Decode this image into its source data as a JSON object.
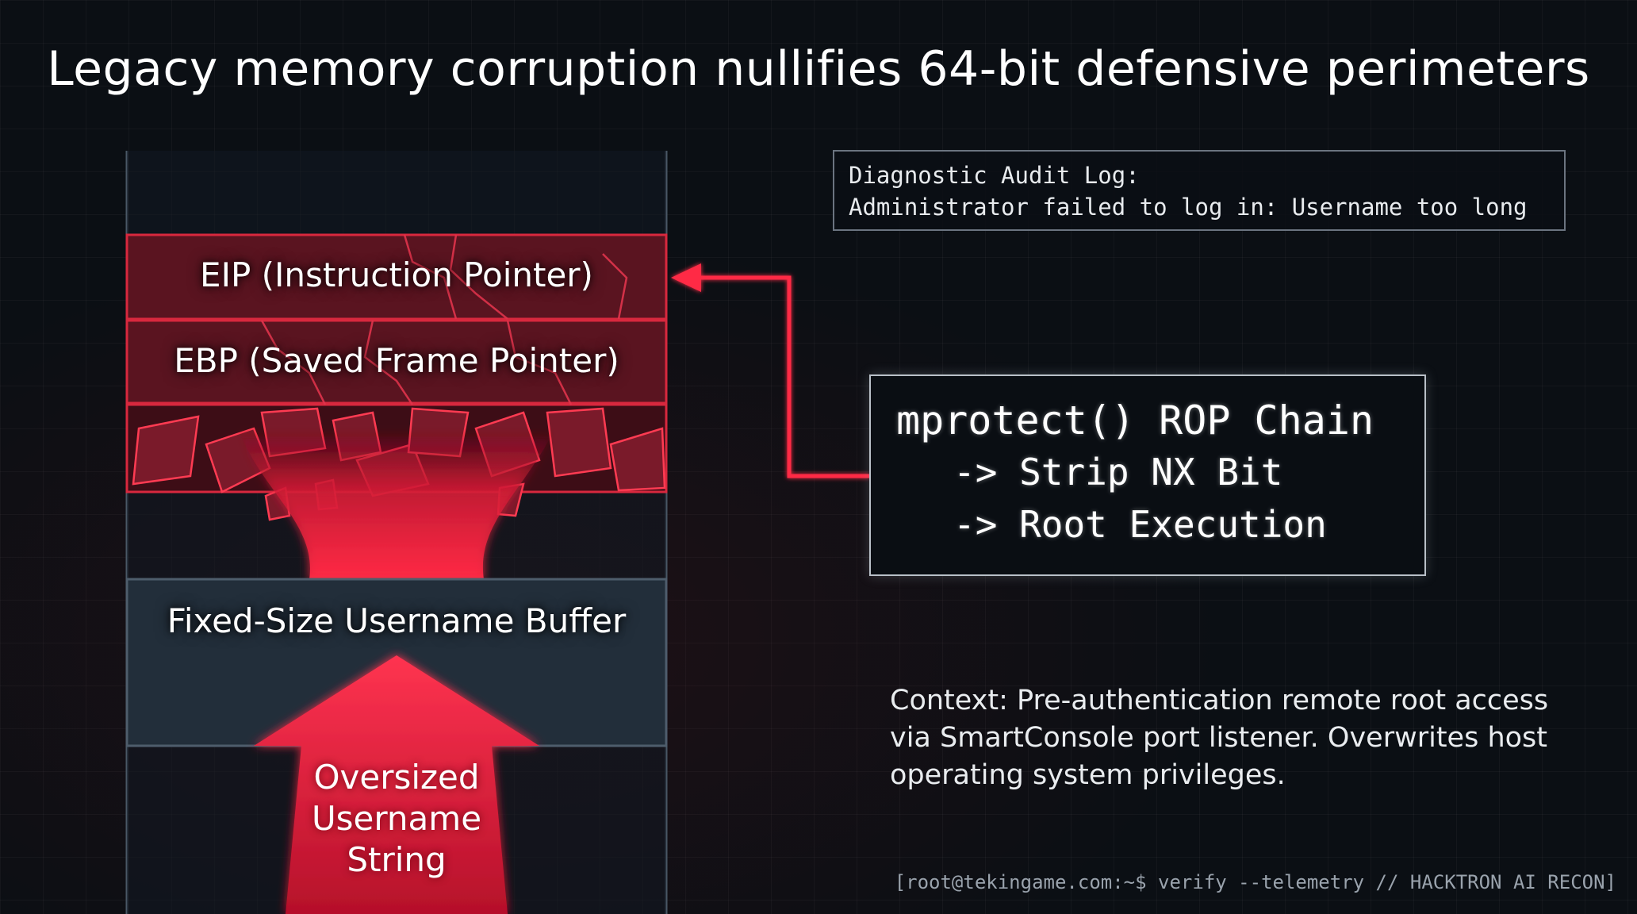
{
  "title": "Legacy memory corruption nullifies 64-bit defensive perimeters",
  "stack": {
    "eip_label": "EIP (Instruction Pointer)",
    "ebp_label": "EBP (Saved Frame Pointer)",
    "buffer_label": "Fixed-Size Username Buffer"
  },
  "input_arrow": {
    "lines": [
      "Oversized",
      "Username",
      "String"
    ]
  },
  "audit_log": {
    "heading": "Diagnostic Audit Log:",
    "message": "Administrator failed to log in: Username too long"
  },
  "rop_box": {
    "title": "mprotect() ROP Chain",
    "step1": "-> Strip NX Bit",
    "step2": "-> Root Execution"
  },
  "context": "Context: Pre-authentication remote root access via SmartConsole port listener. Overwrites host operating system privileges.",
  "footer": "[root@tekingame.com:~$ verify --telemetry // HACKTRON AI RECON]",
  "colors": {
    "accent_red": "#ff2a45",
    "block_red": "#5a1420",
    "block_border": "#d8283e",
    "buffer_fill": "#222e3a",
    "background": "#0b0f14"
  }
}
